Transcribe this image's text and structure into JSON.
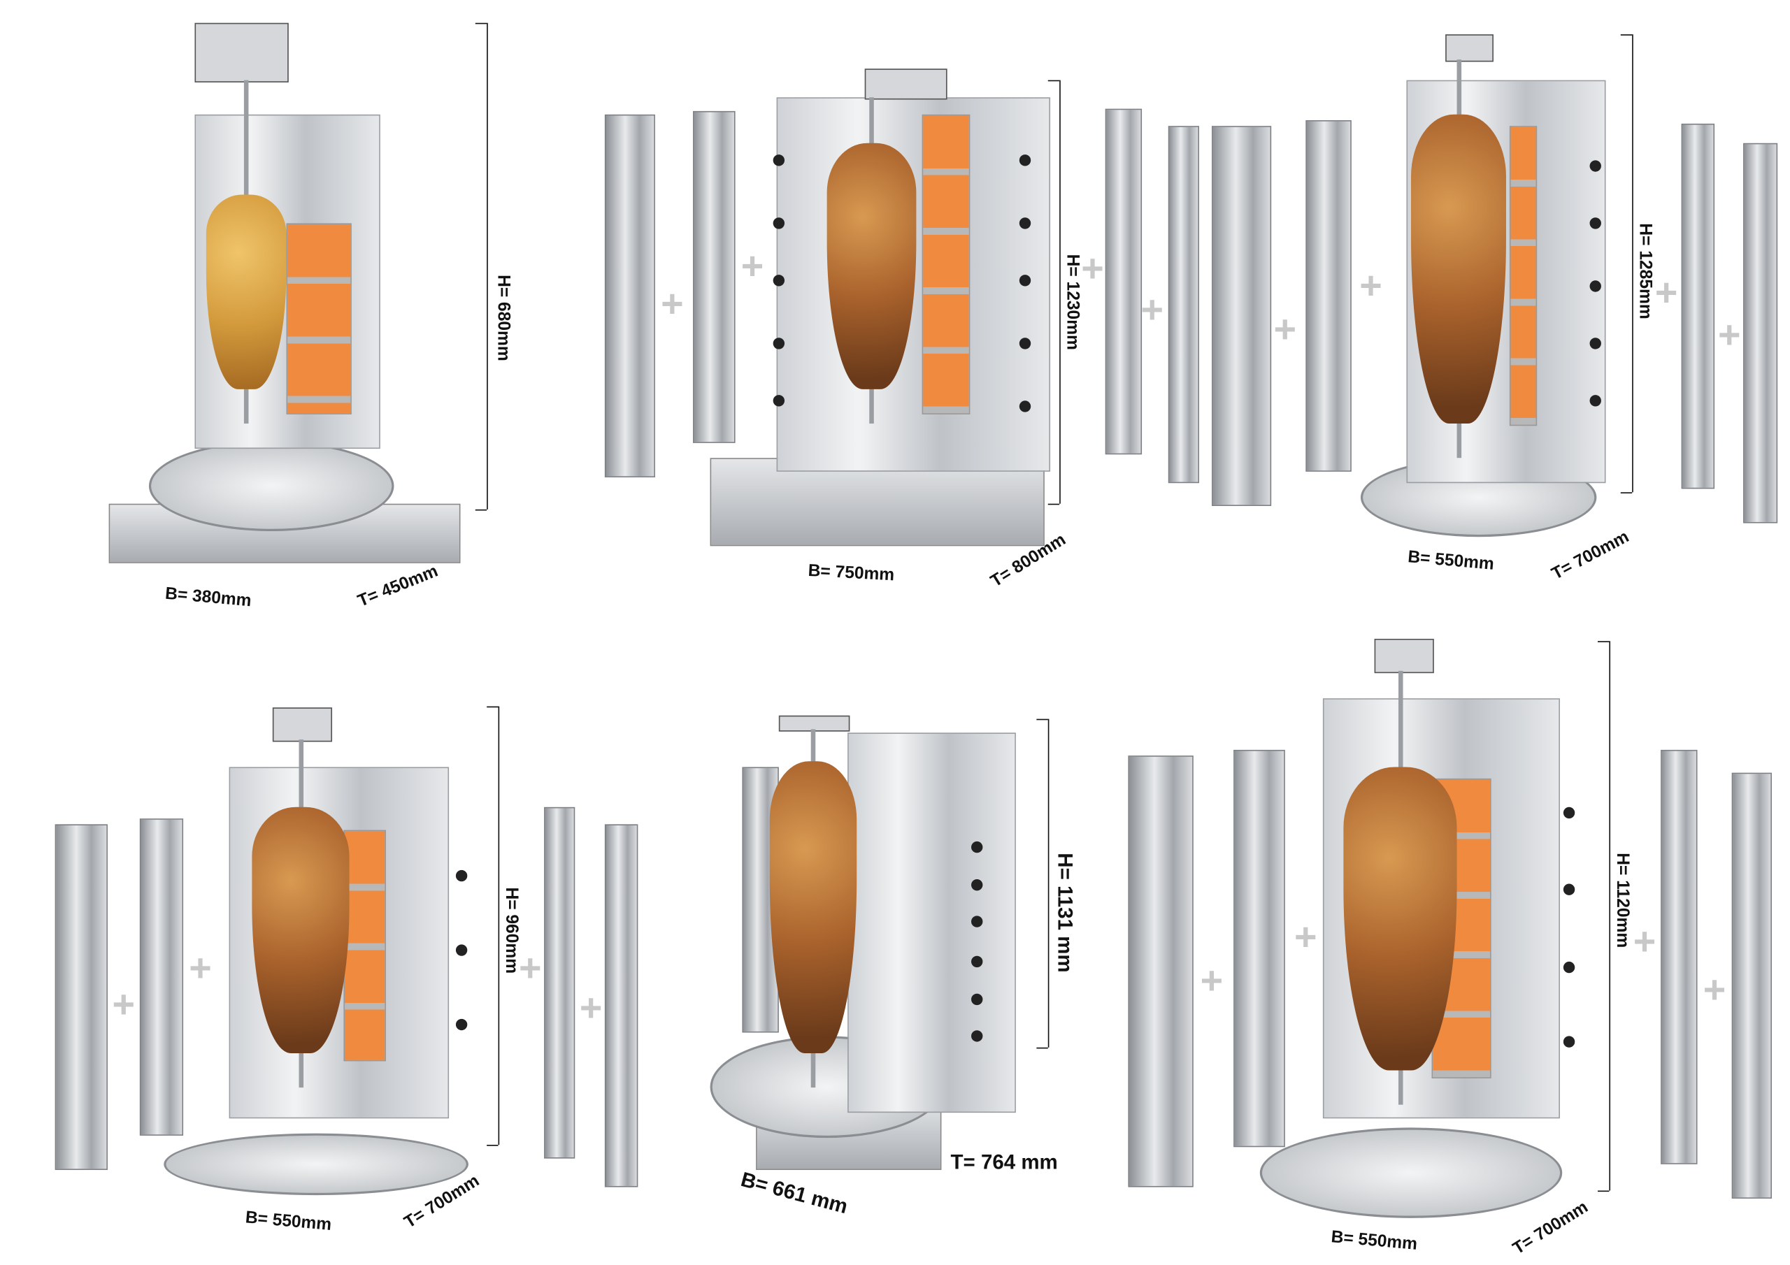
{
  "machines": [
    {
      "height": "H= 680mm",
      "width": "B= 380mm",
      "depth": "T= 450mm"
    },
    {
      "height": "H= 1230mm",
      "width": "B= 750mm",
      "depth": "T= 800mm"
    },
    {
      "height": "H= 1285mm",
      "width": "B= 550mm",
      "depth": "T= 700mm"
    },
    {
      "height": "H= 960mm",
      "width": "B= 550mm",
      "depth": "T= 700mm"
    },
    {
      "height": "H= 1131 mm",
      "width": "B= 661 mm",
      "depth": "T= 764 mm"
    },
    {
      "height": "H= 1120mm",
      "width": "B= 550mm",
      "depth": "T= 700mm"
    }
  ],
  "plus_symbol": "+"
}
